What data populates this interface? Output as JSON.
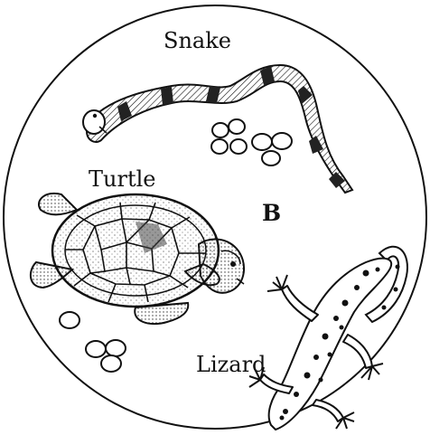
{
  "labels": {
    "snake": "Snake",
    "turtle": "Turtle",
    "lizard": "Lizard",
    "group": "B"
  },
  "colors": {
    "ink": "#111111",
    "background": "#ffffff"
  },
  "illustrations": [
    {
      "name": "snake-drawing",
      "depicts": "snake"
    },
    {
      "name": "turtle-drawing",
      "depicts": "sea turtle"
    },
    {
      "name": "lizard-drawing",
      "depicts": "spotted lizard"
    },
    {
      "name": "snake-eggs",
      "depicts": "eggs"
    },
    {
      "name": "turtle-eggs",
      "depicts": "eggs"
    }
  ]
}
